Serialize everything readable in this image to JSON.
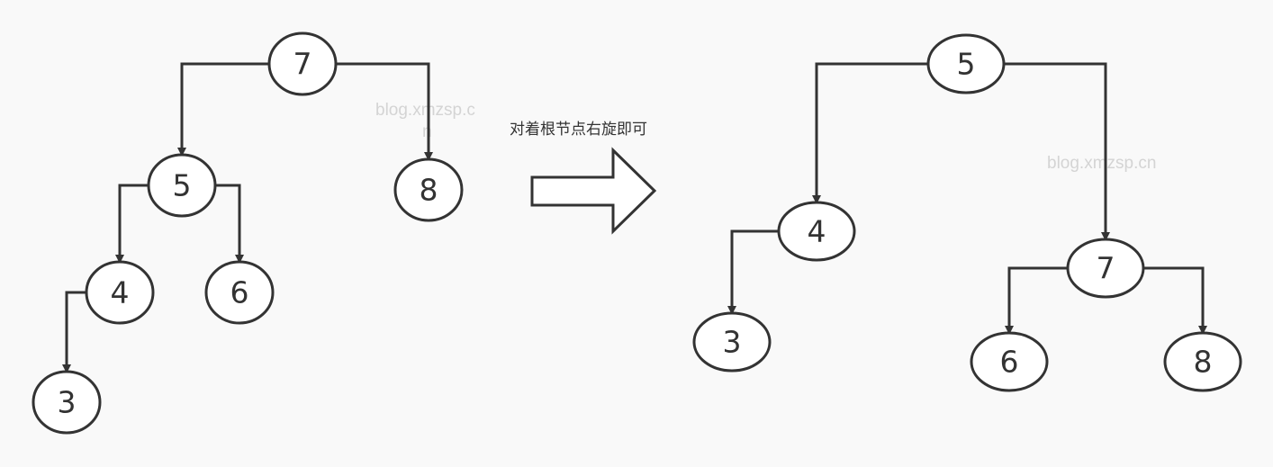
{
  "diagram": {
    "caption": "对着根节点右旋即可",
    "watermarks": [
      "blog.xmzsp.c",
      "n",
      "blog.xmzsp.cn"
    ],
    "before_tree": {
      "nodes": [
        {
          "id": "b7",
          "label": "7"
        },
        {
          "id": "b5",
          "label": "5"
        },
        {
          "id": "b8",
          "label": "8"
        },
        {
          "id": "b4",
          "label": "4"
        },
        {
          "id": "b6",
          "label": "6"
        },
        {
          "id": "b3",
          "label": "3"
        }
      ],
      "edges": [
        {
          "from": "b7",
          "to": "b5"
        },
        {
          "from": "b7",
          "to": "b8"
        },
        {
          "from": "b5",
          "to": "b4"
        },
        {
          "from": "b5",
          "to": "b6"
        },
        {
          "from": "b4",
          "to": "b3"
        }
      ]
    },
    "after_tree": {
      "nodes": [
        {
          "id": "a5",
          "label": "5"
        },
        {
          "id": "a4",
          "label": "4"
        },
        {
          "id": "a7",
          "label": "7"
        },
        {
          "id": "a3",
          "label": "3"
        },
        {
          "id": "a6",
          "label": "6"
        },
        {
          "id": "a8",
          "label": "8"
        }
      ],
      "edges": [
        {
          "from": "a5",
          "to": "a4"
        },
        {
          "from": "a5",
          "to": "a7"
        },
        {
          "from": "a4",
          "to": "a3"
        },
        {
          "from": "a7",
          "to": "a6"
        },
        {
          "from": "a7",
          "to": "a8"
        }
      ]
    },
    "colors": {
      "stroke": "#333333",
      "node_fill": "#ffffff",
      "background": "#f9f9f9",
      "watermark": "#d4d4d4"
    }
  }
}
